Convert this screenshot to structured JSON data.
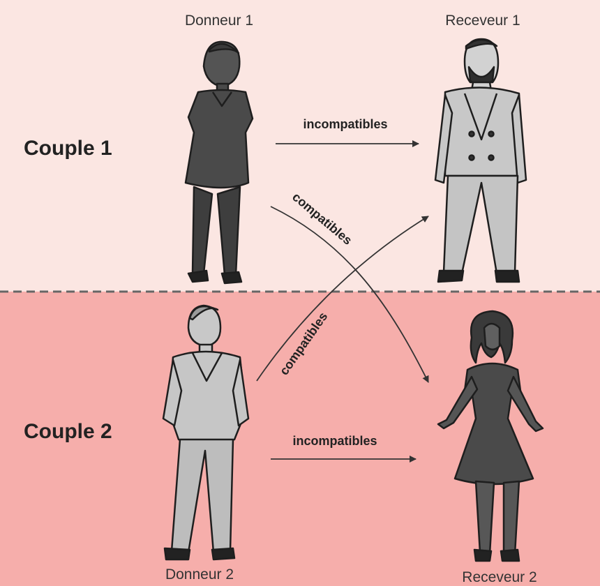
{
  "couples": {
    "couple1": {
      "label": "Couple 1",
      "donor": "Donneur 1",
      "recipient": "Receveur 1"
    },
    "couple2": {
      "label": "Couple 2",
      "donor": "Donneur 2",
      "recipient": "Receveur 2"
    }
  },
  "relations": {
    "incompatible": "incompatibles",
    "compatible": "compatibles"
  },
  "colors": {
    "top_band": "#fbe6e2",
    "bottom_band": "#f6aeab",
    "divider": "#666666",
    "arrow": "#333333",
    "text": "#222222",
    "figure_dark": "#4a4a4a",
    "figure_light": "#cfcfcf"
  }
}
